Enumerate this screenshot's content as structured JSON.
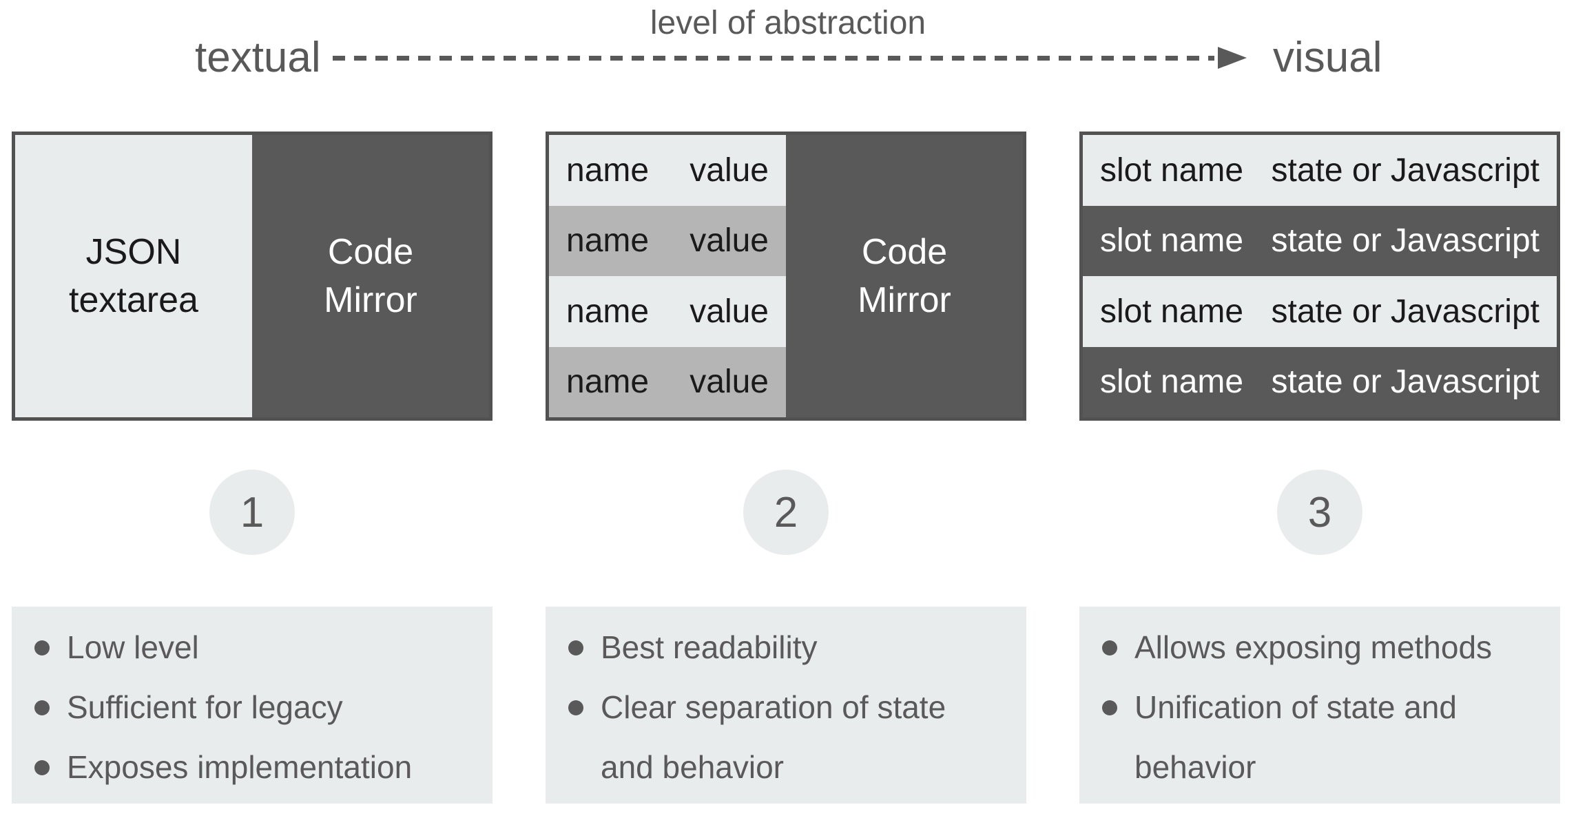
{
  "header": {
    "axis_title": "level of abstraction",
    "left_label": "textual",
    "right_label": "visual"
  },
  "box1": {
    "light_title": [
      "JSON",
      "textarea"
    ],
    "dark_title": [
      "Code",
      "Mirror"
    ]
  },
  "box2": {
    "rows": [
      {
        "name": "name",
        "value": "value"
      },
      {
        "name": "name",
        "value": "value"
      },
      {
        "name": "name",
        "value": "value"
      },
      {
        "name": "name",
        "value": "value"
      }
    ],
    "dark_title": [
      "Code",
      "Mirror"
    ]
  },
  "box3": {
    "rows": [
      {
        "name": "slot name",
        "value": "state or Javascript"
      },
      {
        "name": "slot name",
        "value": "state or Javascript"
      },
      {
        "name": "slot name",
        "value": "state or Javascript"
      },
      {
        "name": "slot name",
        "value": "state or Javascript"
      }
    ]
  },
  "steps": [
    "1",
    "2",
    "3"
  ],
  "cards": [
    {
      "items": [
        [
          "Low level"
        ],
        [
          "Sufficient for legacy"
        ],
        [
          "Exposes implementation"
        ]
      ]
    },
    {
      "items": [
        [
          "Best readability"
        ],
        [
          "Clear separation of state",
          "and behavior"
        ]
      ]
    },
    {
      "items": [
        [
          "Allows exposing methods"
        ],
        [
          "Unification of state and",
          "behavior"
        ]
      ]
    }
  ],
  "colors": {
    "light_gray": "#e8eced",
    "medium_gray": "#b5b5b5",
    "dark_gray": "#595959",
    "text_gray": "#595959",
    "text_black": "#1a1a1a",
    "text_white": "#ffffff"
  }
}
